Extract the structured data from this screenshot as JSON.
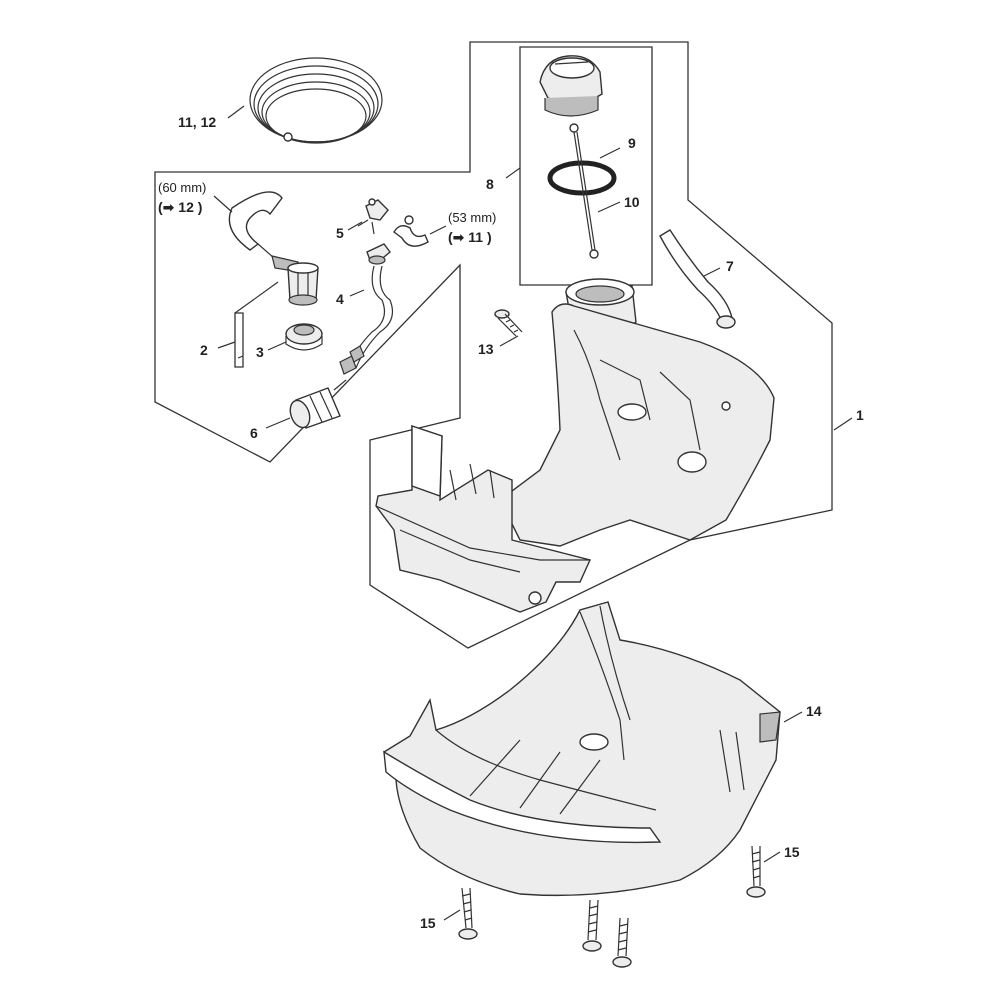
{
  "callouts": {
    "c1": "1",
    "c2": "2",
    "c3": "3",
    "c4": "4",
    "c5": "5",
    "c6": "6",
    "c7": "7",
    "c8": "8",
    "c9": "9",
    "c10": "10",
    "c11_12": "11, 12",
    "c13": "13",
    "c14": "14",
    "c15a": "15",
    "c15b": "15"
  },
  "notes": {
    "hose_60": "(60 mm)",
    "ref_12": "(➡ 12 )",
    "hose_53": "(53 mm)",
    "ref_11": "(➡ 11 )"
  }
}
